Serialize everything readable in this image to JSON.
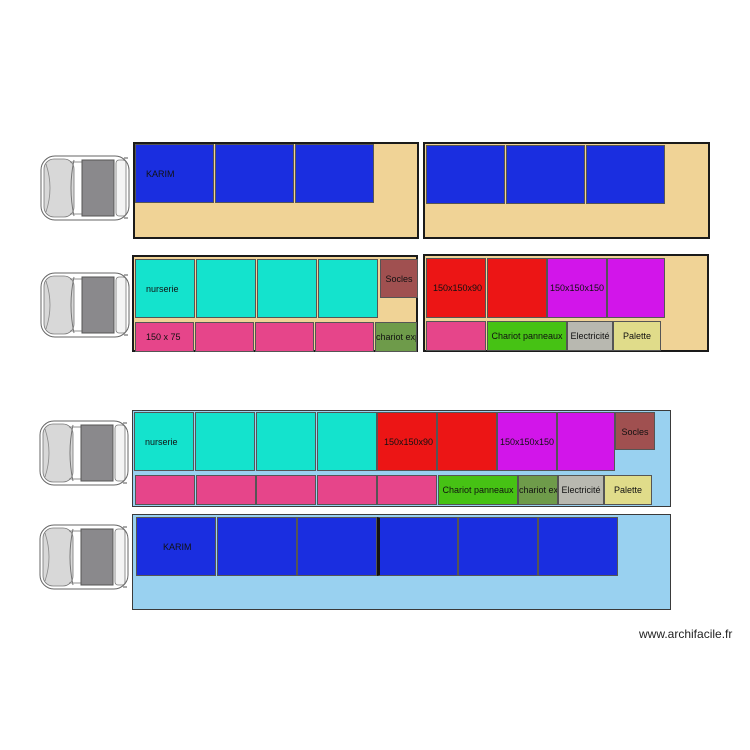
{
  "colors": {
    "beige": "#f0d396",
    "light_blue": "#99d1f0",
    "blue": "#1a2ee0",
    "teal": "#14e3cd",
    "pink": "#e6458a",
    "red": "#ec1515",
    "magenta": "#d215ea",
    "brown": "#a05050",
    "olive": "#6e9b4a",
    "green": "#46c214",
    "grey": "#b8b8b0",
    "khaki": "#e0dc8a"
  },
  "labels": {
    "karim": "KARIM",
    "nurserie": "nurserie",
    "socles": "Socles",
    "r150x75": "150 x 75",
    "chariot_expo": "chariot expo",
    "c150x150x90": "150x150x90",
    "c150x150x150": "150x150x150",
    "chariot_panneaux": "Chariot panneaux",
    "electricite": "Electricité",
    "palette": "Palette",
    "chariot_panneaux_b": "Chariot panneaux",
    "chariot_expo_b": "chariot expo",
    "electricite_b": "Electricité",
    "palette_b": "Palette"
  },
  "watermark": "www.archifacile.fr",
  "icons": {
    "truck": "truck-top-view-icon"
  }
}
